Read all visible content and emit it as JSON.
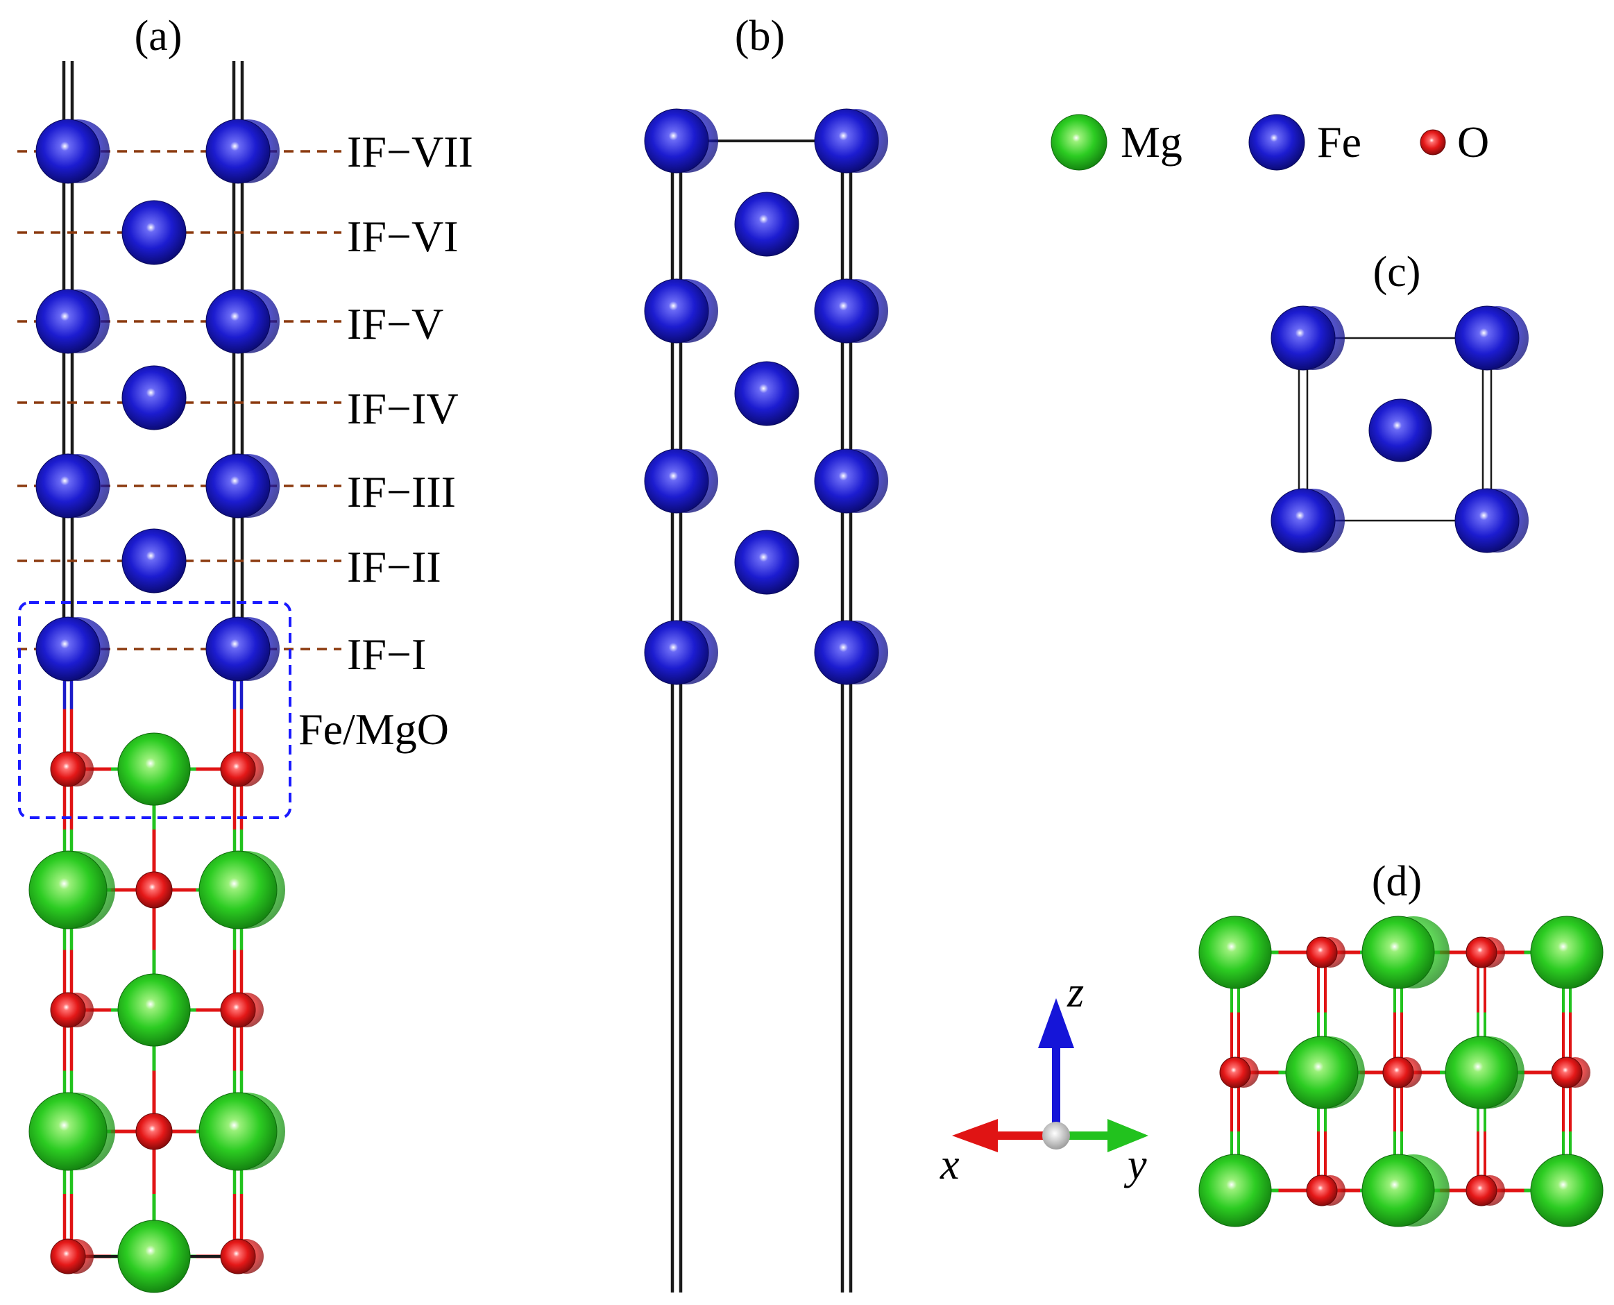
{
  "panels": {
    "a": "(a)",
    "b": "(b)",
    "c": "(c)",
    "d": "(d)"
  },
  "layers": [
    "IF−VII",
    "IF−VI",
    "IF−V",
    "IF−IV",
    "IF−III",
    "IF−II",
    "IF−I"
  ],
  "interface_label": "Fe/MgO",
  "legend": [
    {
      "element": "Mg",
      "color": "#22c21e"
    },
    {
      "element": "Fe",
      "color": "#1c1cc8"
    },
    {
      "element": "O",
      "color": "#e01414"
    }
  ],
  "axes": {
    "x": "x",
    "y": "y",
    "z": "z"
  },
  "colors": {
    "fe": "#1c1cc8",
    "mg": "#22c21e",
    "o": "#e01414",
    "dash": "#8b3a0f",
    "box": "#1a1aff"
  }
}
